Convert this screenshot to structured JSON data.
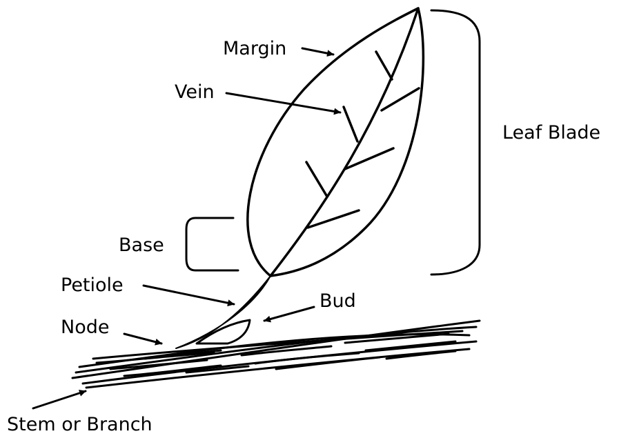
{
  "labels": {
    "margin": "Margin",
    "vein": "Vein",
    "leaf_blade": "Leaf Blade",
    "base": "Base",
    "petiole": "Petiole",
    "bud": "Bud",
    "node": "Node",
    "stem": "Stem or Branch"
  }
}
